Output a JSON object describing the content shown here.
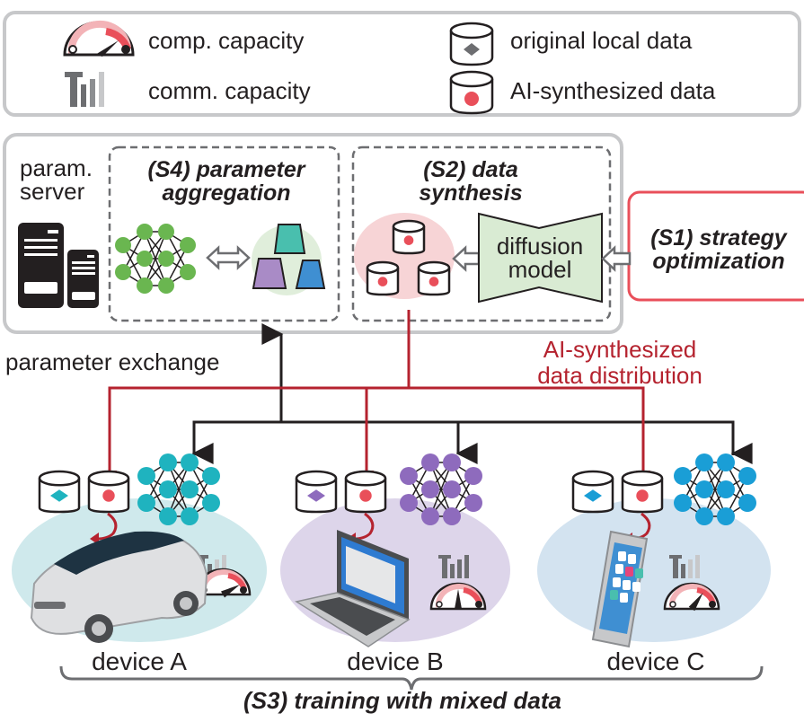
{
  "legend": {
    "items": [
      {
        "icon": "speedometer-icon",
        "label": "comp. capacity"
      },
      {
        "icon": "signal-bars-icon",
        "label": "comm. capacity"
      },
      {
        "icon": "database-diamond-icon",
        "label": "original local data"
      },
      {
        "icon": "database-dot-icon",
        "label": "AI-synthesized data"
      }
    ]
  },
  "server": {
    "label_line1": "param.",
    "label_line2": "server"
  },
  "steps": {
    "s4": {
      "line1": "(S4) parameter",
      "line2": "aggregation"
    },
    "s2": {
      "line1": "(S2) data",
      "line2": "synthesis"
    },
    "s1": {
      "line1": "(S1) strategy",
      "line2": "optimization"
    },
    "s3": {
      "label": "(S3) training with mixed data"
    }
  },
  "diffusion_model": {
    "line1": "diffusion",
    "line2": "model"
  },
  "flows": {
    "parameter_exchange": "parameter exchange",
    "distribution_line1": "AI-synthesized",
    "distribution_line2": "data distribution"
  },
  "devices": [
    {
      "label": "device A",
      "type": "car",
      "color": "#1fb3bf",
      "bg": "#cfe9ec",
      "diamond": "#1fb3bf",
      "comm_level": 2,
      "comp_level": "high"
    },
    {
      "label": "device B",
      "type": "laptop",
      "color": "#8e6bbd",
      "bg": "#ddd5ea",
      "diamond": "#8e6bbd",
      "comm_level": 4,
      "comp_level": "medium"
    },
    {
      "label": "device C",
      "type": "phone",
      "color": "#1a9ed6",
      "bg": "#d3e3f0",
      "diamond": "#1a9ed6",
      "comm_level": 2,
      "comp_level": "medium-high"
    }
  ],
  "colors": {
    "accent_red": "#e94f5a",
    "dark_red": "#b5232f",
    "green_node": "#6ab650",
    "teal_block": "#49bfae",
    "purple_block": "#a98bc6",
    "blue_block": "#3f8fd2"
  }
}
